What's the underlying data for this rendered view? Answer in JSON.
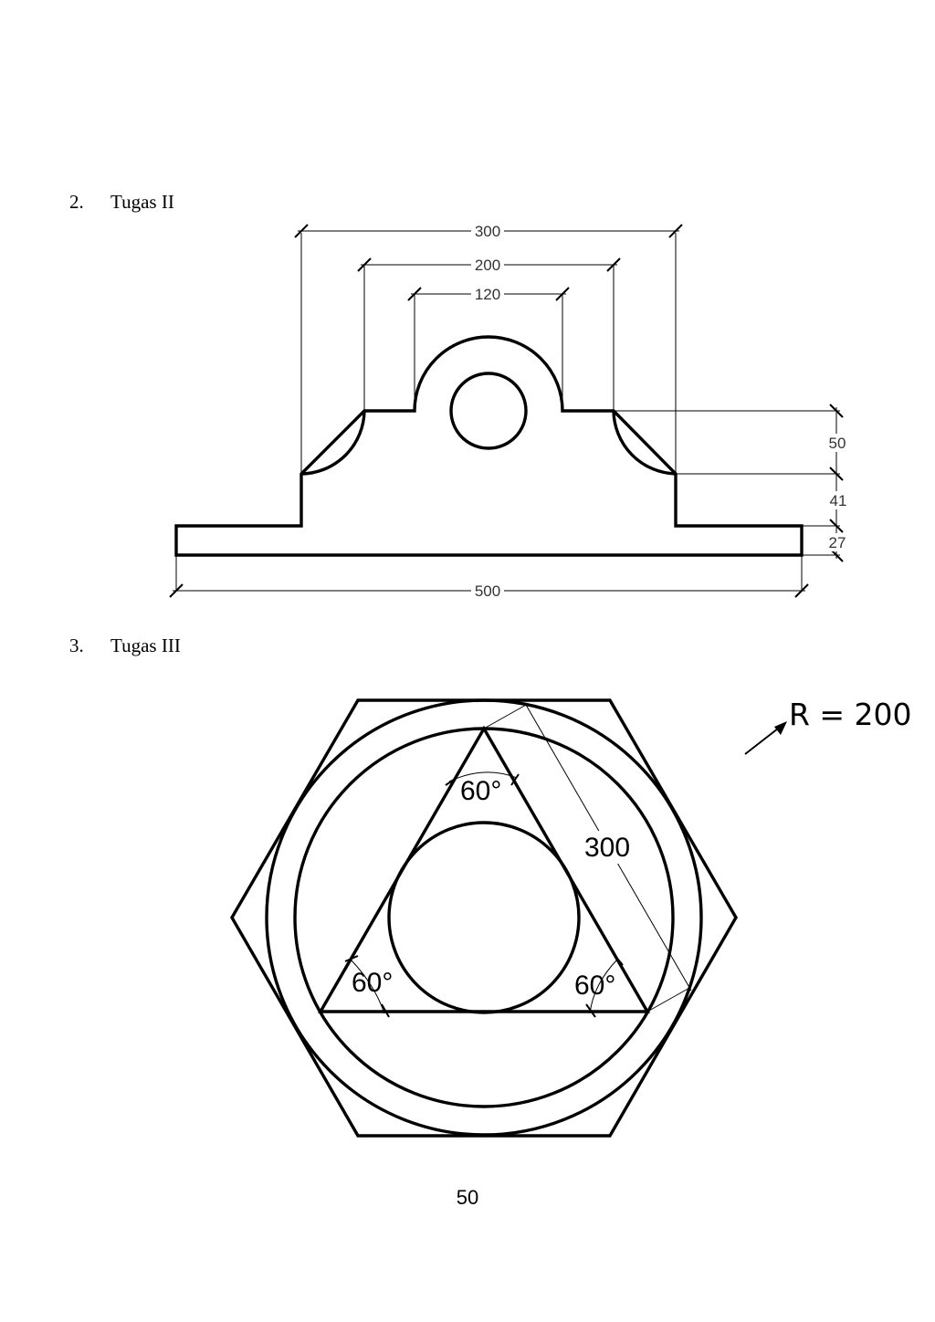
{
  "sections": [
    {
      "number": "2.",
      "title": "Tugas II"
    },
    {
      "number": "3.",
      "title": "Tugas III"
    }
  ],
  "drawing1": {
    "dimensions": {
      "top_300": "300",
      "top_200": "200",
      "top_120": "120",
      "bottom_500": "500",
      "right_50": "50",
      "right_41": "41",
      "right_27": "27"
    }
  },
  "drawing2": {
    "angle_top": "60°",
    "angle_left": "60°",
    "angle_right": "60°",
    "side_length": "300",
    "radius_note": "R = 200"
  },
  "footer": {
    "page_number": "50"
  }
}
